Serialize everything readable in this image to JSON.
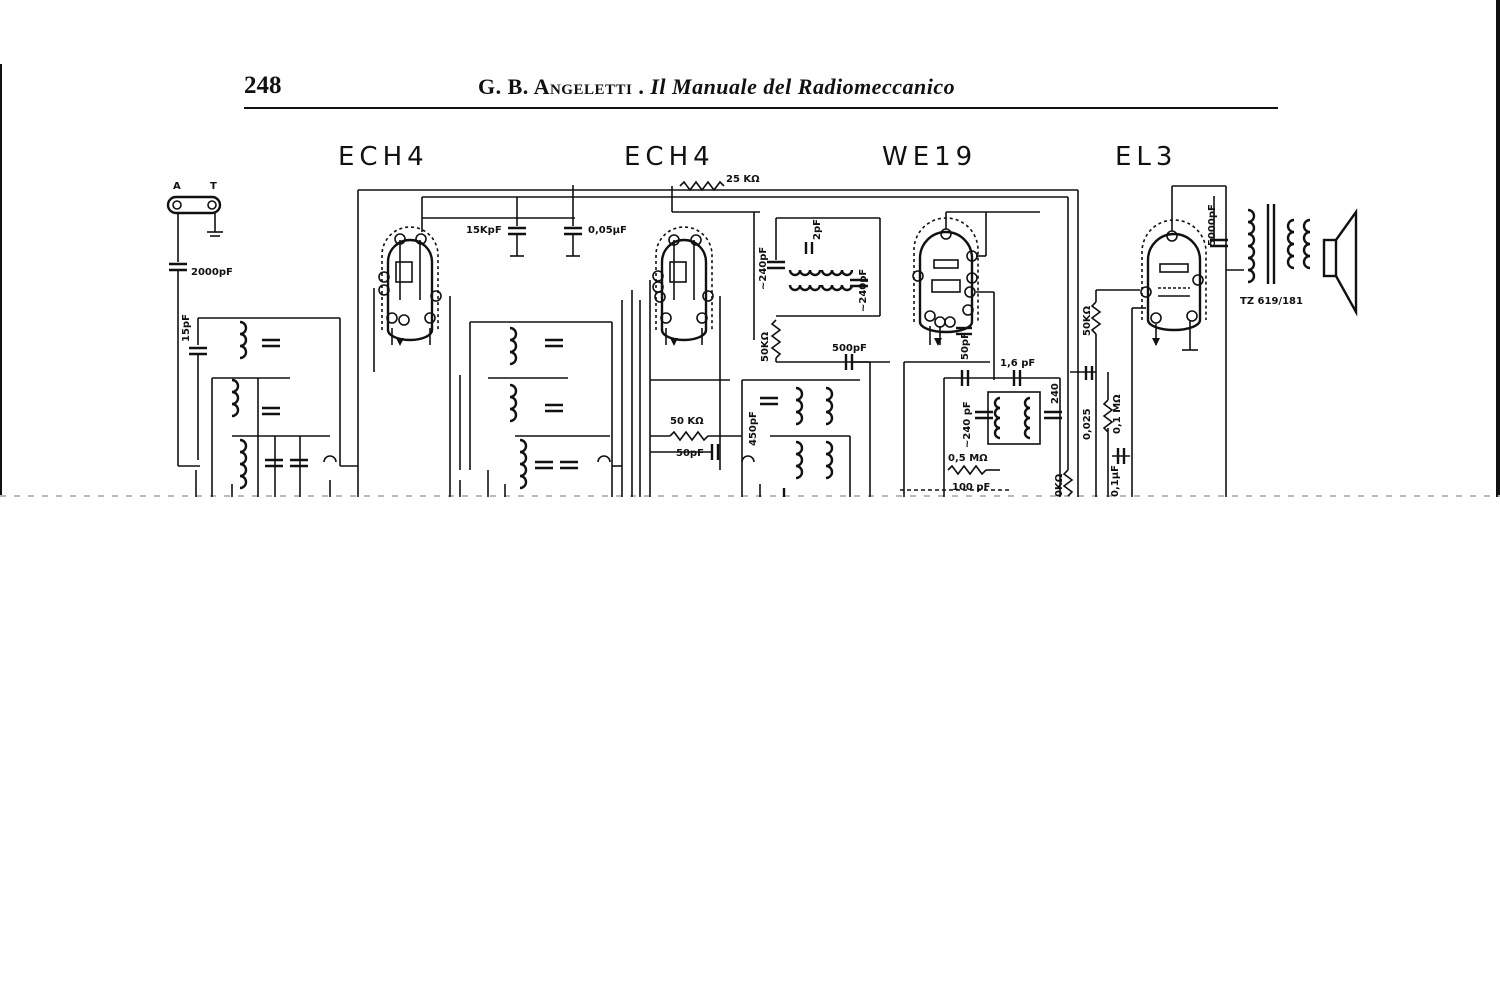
{
  "header": {
    "page_number": "248",
    "author": "G. B. Angeletti",
    "separator": ".",
    "title": "Il Manuale del Radiomeccanico"
  },
  "tubes": [
    {
      "label": "ECH4"
    },
    {
      "label": "ECH4"
    },
    {
      "label": "WE19"
    },
    {
      "label": "EL3"
    }
  ],
  "antenna": {
    "label_a": "A",
    "label_t": "T"
  },
  "components": {
    "c_2000pf": "2000pF",
    "c_15pf": "15pF",
    "c_15kpf": "15KpF",
    "c_005uf": "0,05μF",
    "r_25k": "25 KΩ",
    "c_240pf_a": "~240pF",
    "c_2pf": "2pF",
    "c_240pf_b": "~240pF",
    "r_50k_a": "50KΩ",
    "c_500pf": "500pF",
    "r_50k_b": "50 KΩ",
    "c_50pf_a": "50pF",
    "c_450pf": "450pF",
    "c_50pf_b": "50pF",
    "c_16pf": "1,6 pF",
    "c_240pf_c": "~240 pF",
    "c_240pf_d": "240",
    "r_05m": "0,5 MΩ",
    "c_100pf": "100 pF",
    "r_0k": "0KΩ",
    "r_50k_c": "50KΩ",
    "c_0025": "0,025",
    "r_01m": "0,1 MΩ",
    "c_01uf": "0,1μF",
    "c_5000pf": "5000pF",
    "transformer": "TZ 619/181"
  }
}
